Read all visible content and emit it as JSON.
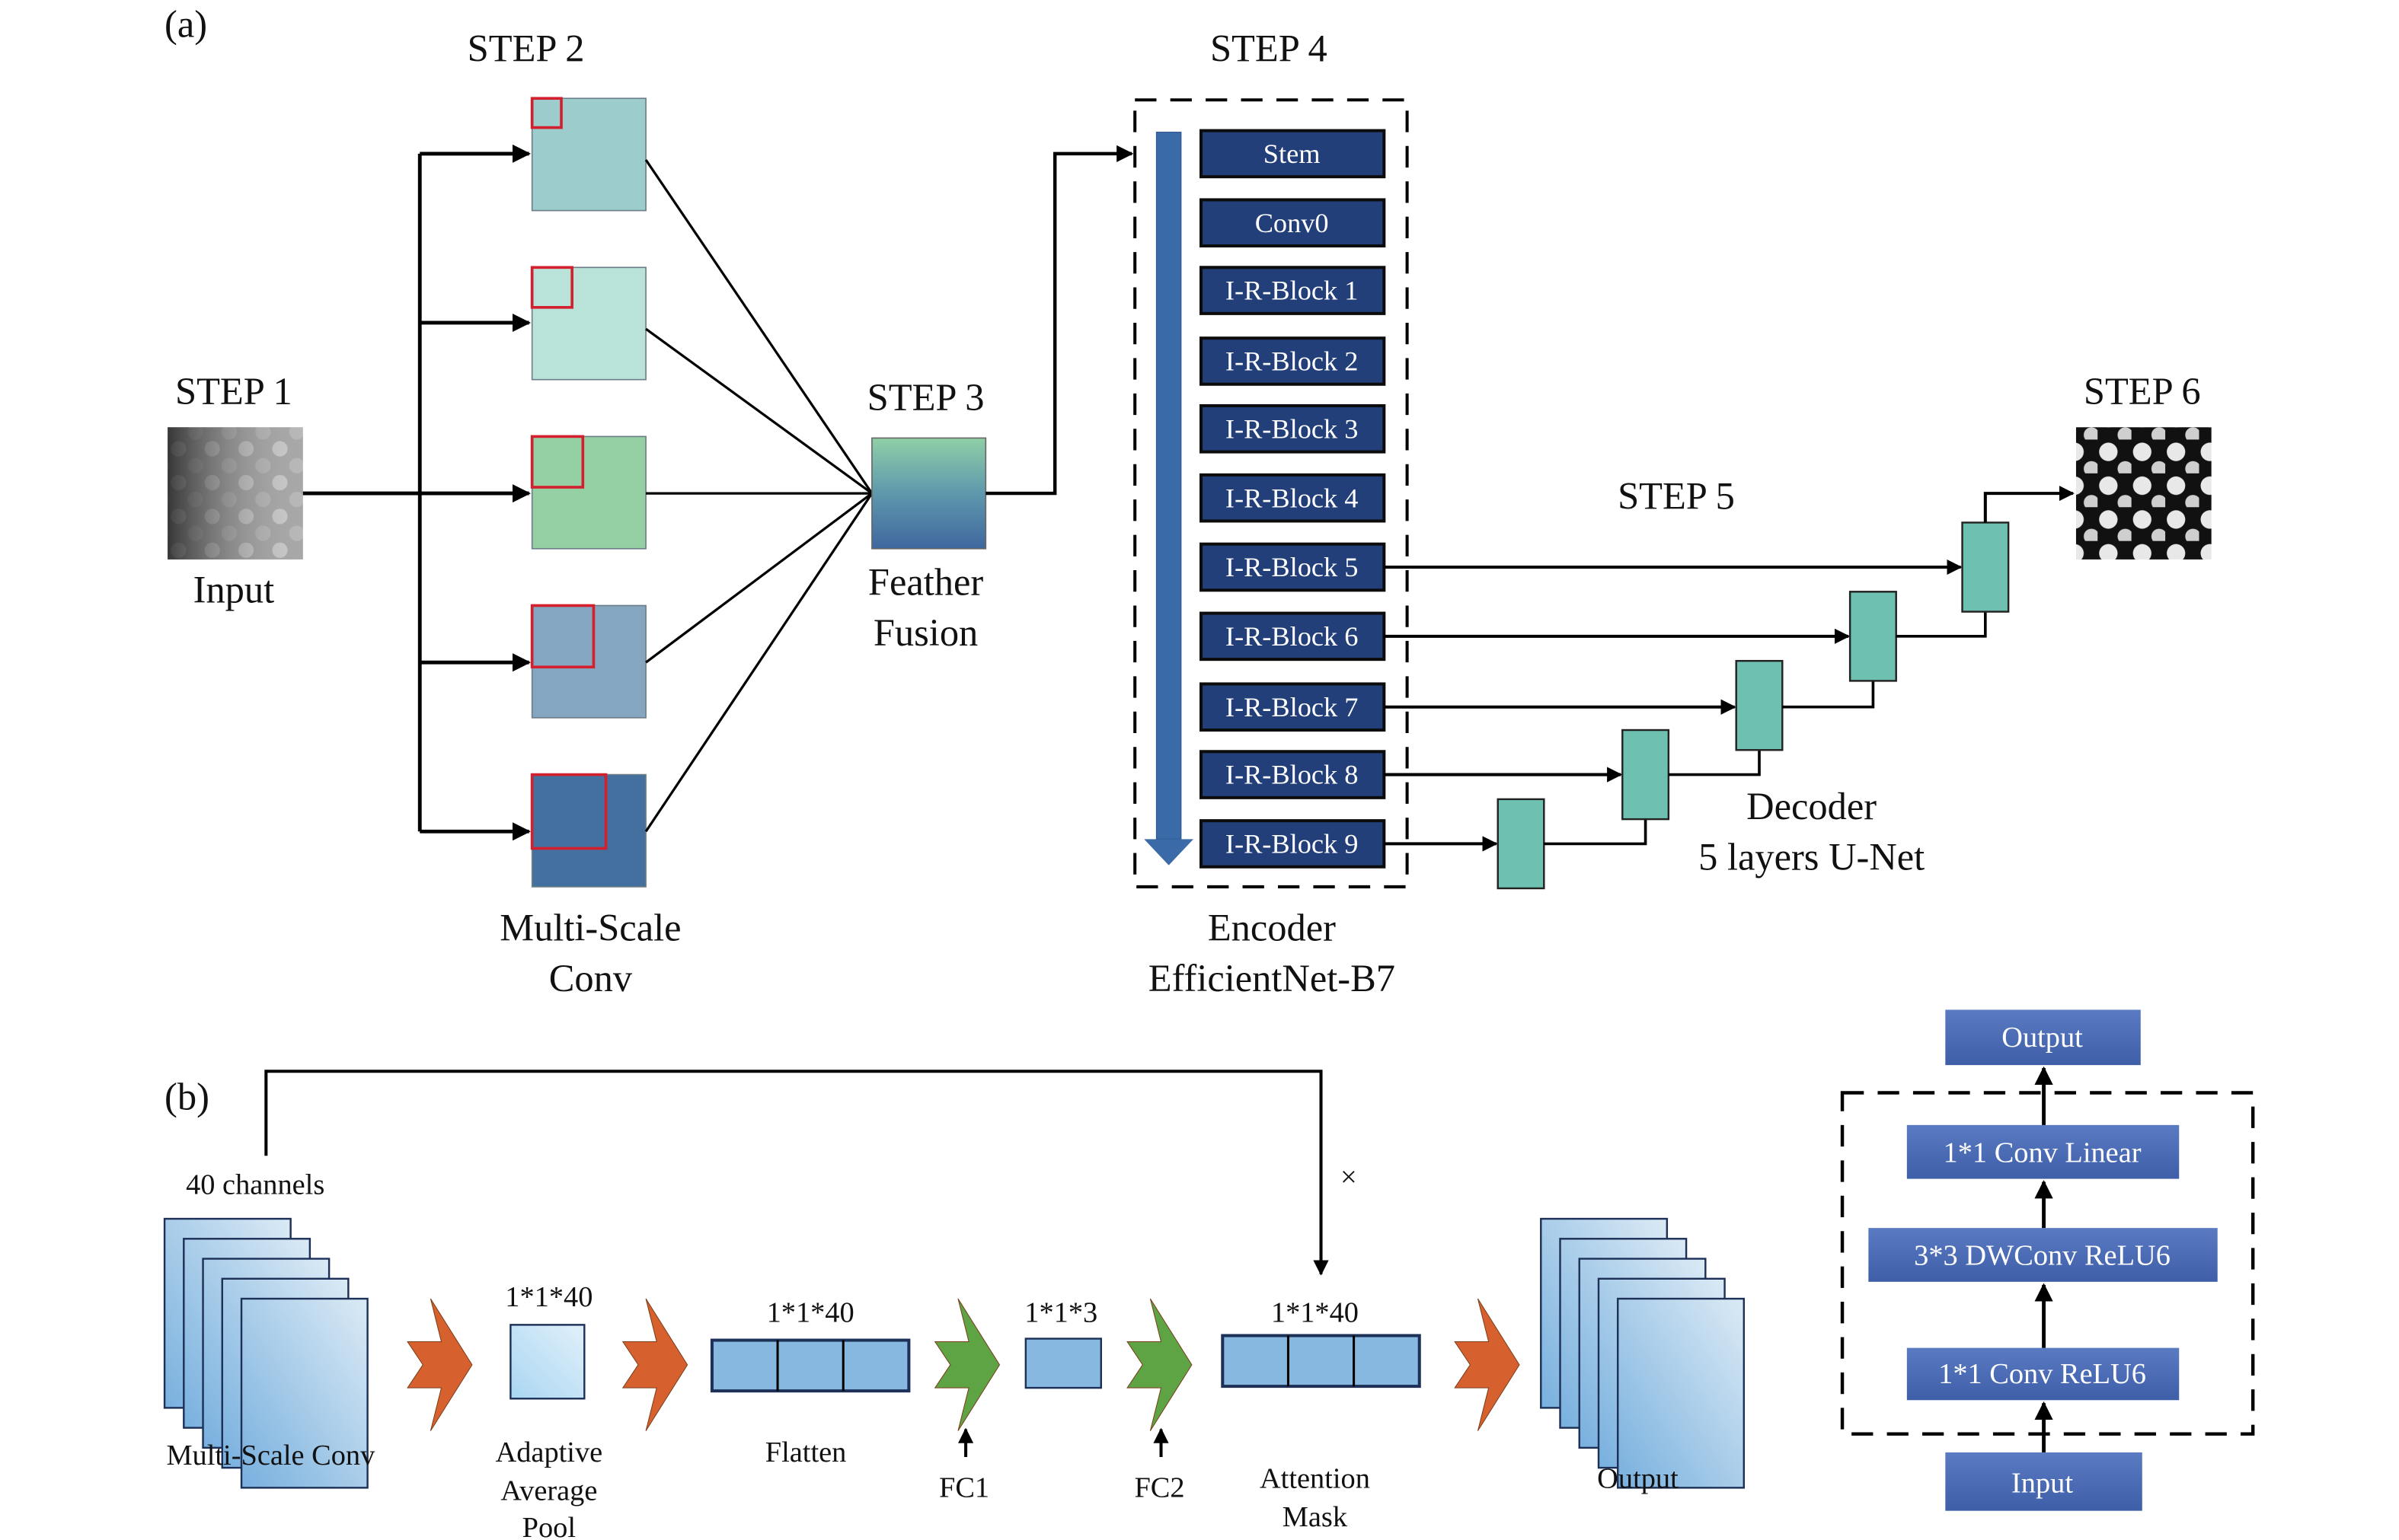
{
  "panel_a": {
    "label": "(a)",
    "step1": {
      "title": "STEP 1",
      "caption": "Input"
    },
    "step2": {
      "title": "STEP 2",
      "caption_line1": "Multi-Scale",
      "caption_line2": "Conv",
      "squares": [
        {
          "fill": "#9ccccb"
        },
        {
          "fill": "#b9e2d8"
        },
        {
          "fill": "#95cfa4"
        },
        {
          "fill": "#85a6c1"
        },
        {
          "fill": "#44709f"
        }
      ],
      "kernel_color": "#d4202e"
    },
    "step3": {
      "title": "STEP 3",
      "caption_line1": "Feather",
      "caption_line2": "Fusion"
    },
    "step4": {
      "title": "STEP 4",
      "caption_line1": "Encoder",
      "caption_line2": "EfficientNet-B7",
      "blocks": [
        "Stem",
        "Conv0",
        "I-R-Block 1",
        "I-R-Block 2",
        "I-R-Block 3",
        "I-R-Block 4",
        "I-R-Block 5",
        "I-R-Block 6",
        "I-R-Block 7",
        "I-R-Block 8",
        "I-R-Block 9"
      ],
      "block_color": "#233f7a",
      "bar_color": "#3a6aa8"
    },
    "step5": {
      "title": "STEP 5",
      "caption_line1": "Decoder",
      "caption_line2": "5 layers U-Net",
      "layer_color": "#6ec0b0"
    },
    "step6": {
      "title": "STEP 6"
    }
  },
  "panel_b": {
    "label": "(b)",
    "channels_label": "40 channels",
    "multiply_symbol": "×",
    "stages": {
      "input_caption": "Multi-Scale Conv",
      "pool_dim": "1*1*40",
      "pool_caption_lines": [
        "Adaptive",
        "Average",
        "Pool"
      ],
      "flatten_dim": "1*1*40",
      "flatten_caption": "Flatten",
      "fc1_caption": "FC1",
      "fc_dim": "1*1*3",
      "fc2_caption": "FC2",
      "mask_dim": "1*1*40",
      "mask_caption_lines": [
        "Attention",
        "Mask"
      ],
      "output_caption": "Output"
    },
    "colors": {
      "orange_arrow": "#d6612f",
      "green_arrow": "#5ea344",
      "cell": "#86b8e0"
    },
    "block_diagram": {
      "output": "Output",
      "layers": [
        "1*1 Conv Linear",
        "3*3 DWConv ReLU6",
        "1*1 Conv ReLU6"
      ],
      "input": "Input",
      "box_color": "#4466b0"
    }
  }
}
